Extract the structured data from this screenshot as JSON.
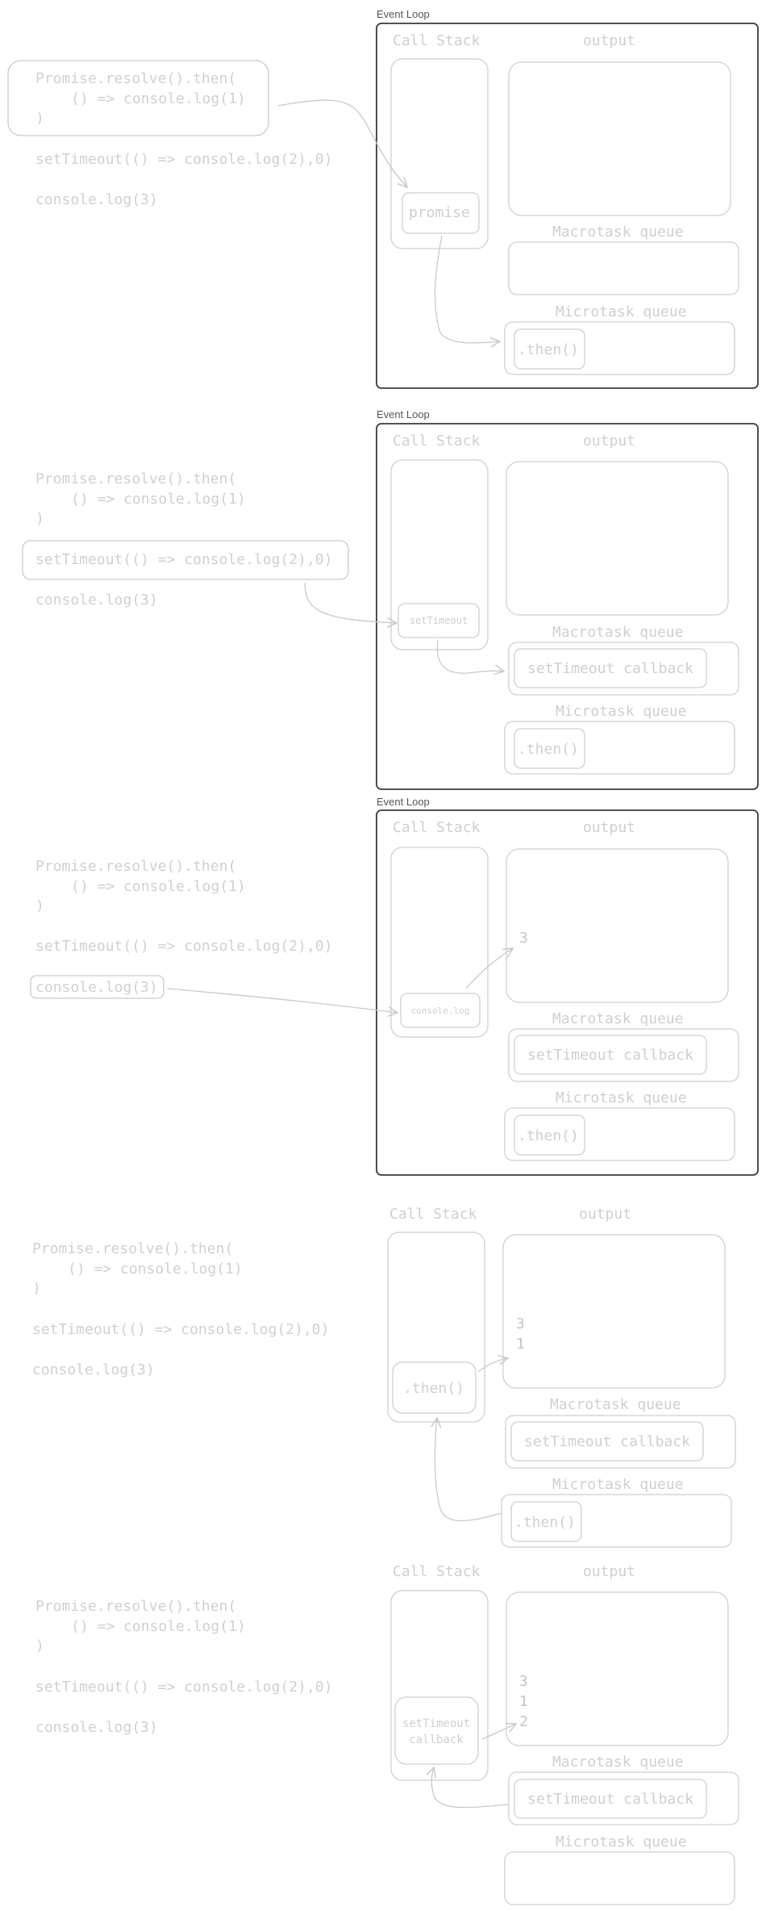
{
  "code": {
    "line1": "Promise.resolve().then(",
    "line2": "() => console.log(1)",
    "line3": ")",
    "line4": "setTimeout(() => console.log(2),0)",
    "line5": "console.log(3)"
  },
  "labels": {
    "event_loop": "Event Loop",
    "call_stack": "Call Stack",
    "output": "output",
    "macrotask_queue": "Macrotask queue",
    "microtask_queue": "Microtask queue"
  },
  "items": {
    "promise": "promise",
    "set_timeout": "setTimeout",
    "console_log": "console.log",
    "then": ".then()",
    "settimeout_callback": "setTimeout callback",
    "settimeout_callback_line1": "setTimeout",
    "settimeout_callback_line2": "callback"
  },
  "outputs": {
    "one": "1",
    "two": "2",
    "three": "3"
  },
  "colors": {
    "frame": "#3a3a3a",
    "sketch": "#cfcfcf",
    "text": "#d0d0d0"
  }
}
